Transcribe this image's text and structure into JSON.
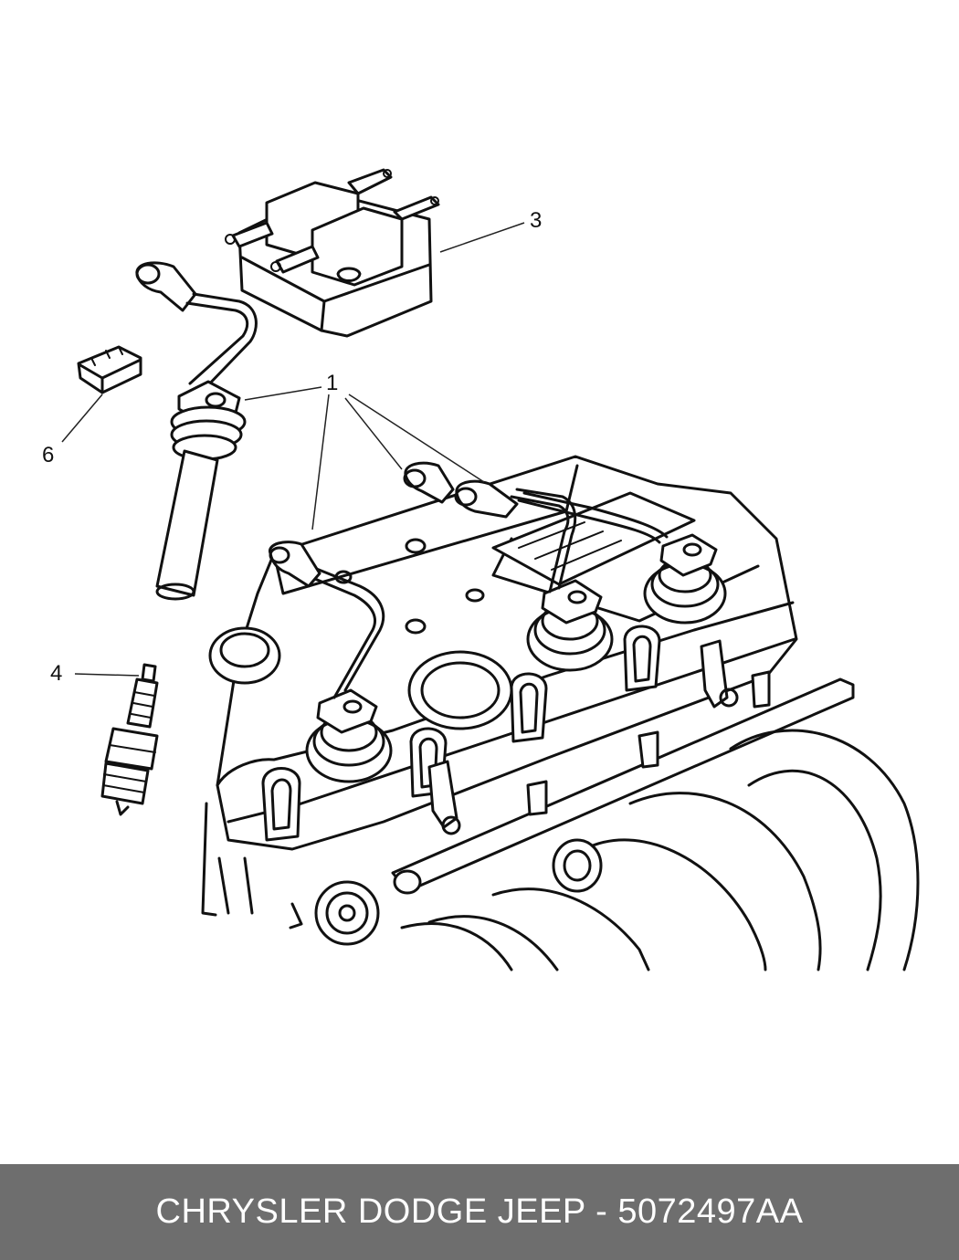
{
  "colors": {
    "footer_background": "#6e6e6e",
    "footer_text": "#ffffff",
    "line_art": "#111111"
  },
  "callouts": {
    "coil_wire": "1",
    "ignition_coil": "3",
    "spark_plug": "4",
    "wire_clip": "6"
  },
  "footer": {
    "caption": "CHRYSLER DODGE JEEP - 5072497AA"
  }
}
